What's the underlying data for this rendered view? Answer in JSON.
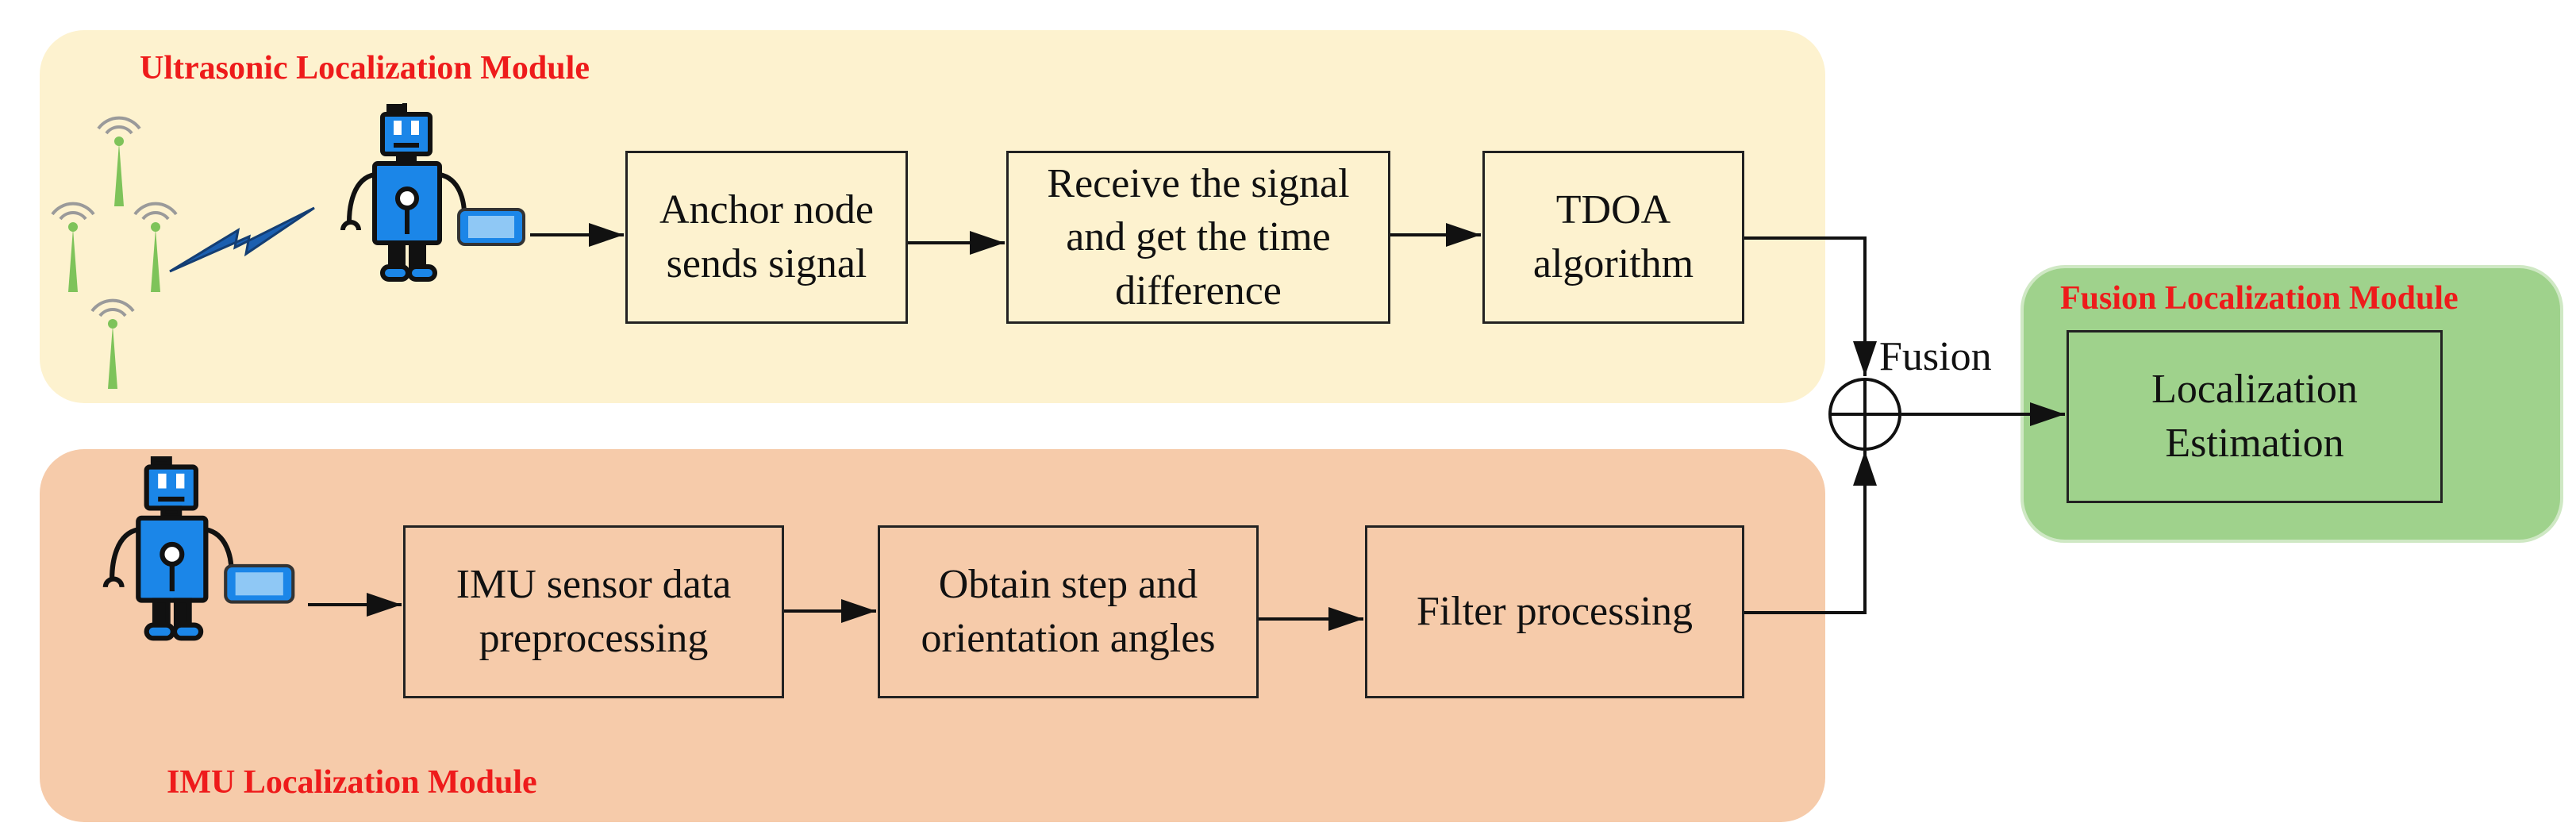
{
  "modules": {
    "ultrasonic_title": "Ultrasonic Localization Module",
    "imu_title": "IMU Localization Module",
    "fusion_title": "Fusion Localization Module"
  },
  "boxes": {
    "anchor": [
      "Anchor node",
      "sends signal"
    ],
    "receive": [
      "Receive the signal",
      "and get the time",
      "difference"
    ],
    "tdoa": [
      "TDOA",
      "algorithm"
    ],
    "imu_pre": [
      "IMU sensor data",
      "preprocessing"
    ],
    "step": [
      "Obtain step and",
      "orientation angles"
    ],
    "filter": [
      "Filter processing"
    ],
    "loc": [
      "Localization",
      "Estimation"
    ]
  },
  "fusion_label": "Fusion",
  "colors": {
    "ultrasonic_bg": "#fdf2cf",
    "imu_bg": "#f6cbaa",
    "fusion_bg": "#9fd28c",
    "title_red": "#ee1b1b",
    "robot_blue": "#1b86e8",
    "antenna_green": "#7ec35a"
  },
  "icons": [
    "antenna-icon",
    "wireless-signal-icon",
    "robot-icon",
    "phone-icon",
    "sum-junction-icon"
  ]
}
